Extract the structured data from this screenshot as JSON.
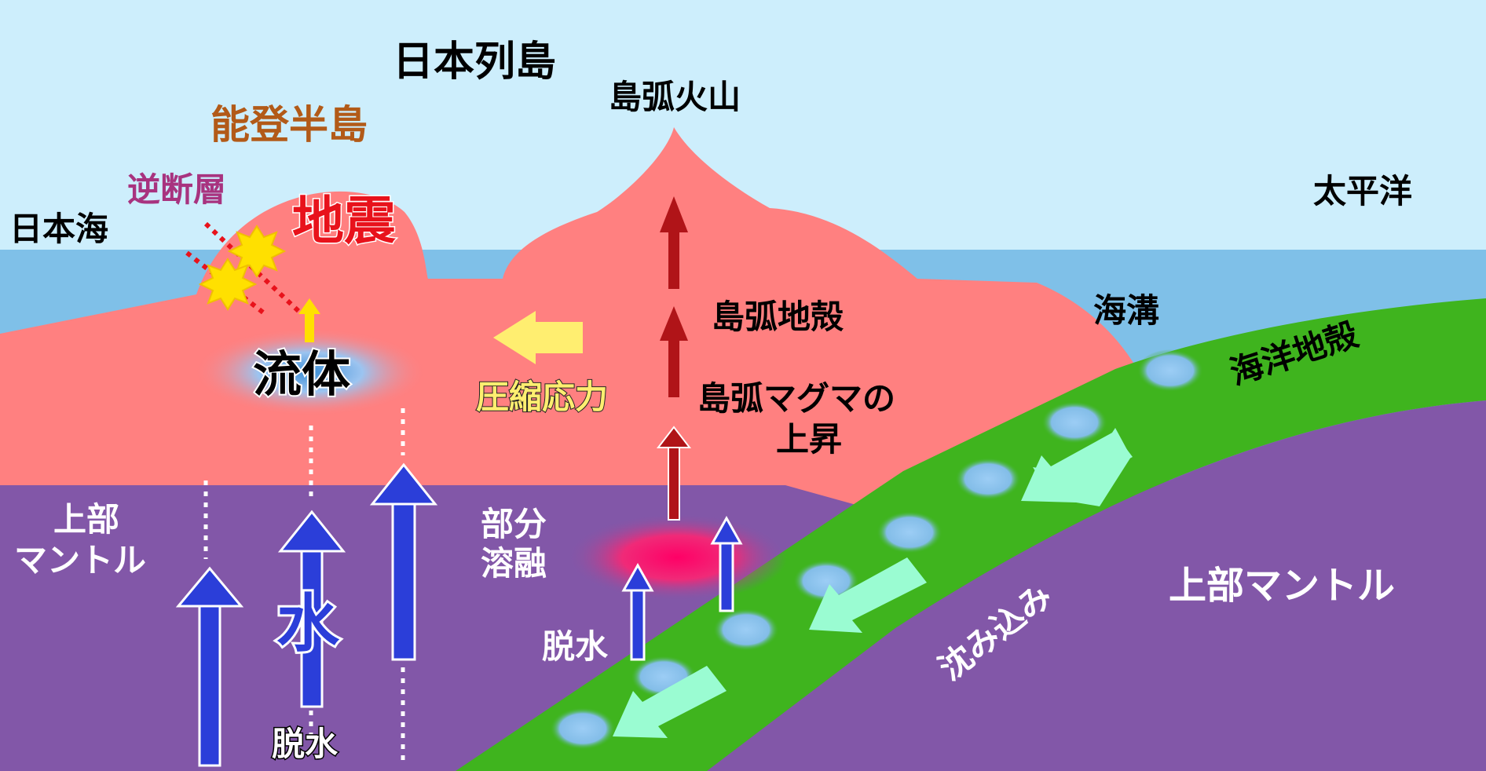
{
  "labels": {
    "japan_islands": "日本列島",
    "noto_peninsula": "能登半島",
    "arc_volcano": "島弧火山",
    "pacific_ocean": "太平洋",
    "reverse_fault": "逆断層",
    "sea_of_japan": "日本海",
    "earthquake": "地震",
    "arc_crust": "島弧地殻",
    "trench": "海溝",
    "oceanic_crust": "海洋地殻",
    "fluid": "流体",
    "compressive_stress": "圧縮応力",
    "arc_magma_rise_line1": "島弧マグマの",
    "arc_magma_rise_line2": "上昇",
    "upper_mantle_left_line1": "上部",
    "upper_mantle_left_line2": "マントル",
    "partial_melting_line1": "部分",
    "partial_melting_line2": "溶融",
    "water": "水",
    "dehydration_center": "脱水",
    "dehydration_bottom": "脱水",
    "subduction": "沈み込み",
    "upper_mantle_right": "上部マントル"
  },
  "colors": {
    "sky": "#cdeefc",
    "sea": "#7fc0e8",
    "crust": "#ff8080",
    "mantle": "#8257a8",
    "slab": "#3fb41e",
    "water_arrow": "#2b3ed9",
    "magma_arrow": "#b01418",
    "stress_arrow": "#ffee70",
    "slab_arrow": "#9afcd2",
    "earthquake_text": "#e8121b",
    "noto_text": "#b25a18",
    "fault_text": "#a8337f"
  },
  "icons": [
    "earthquake-star-icon",
    "earthquake-star-icon"
  ]
}
